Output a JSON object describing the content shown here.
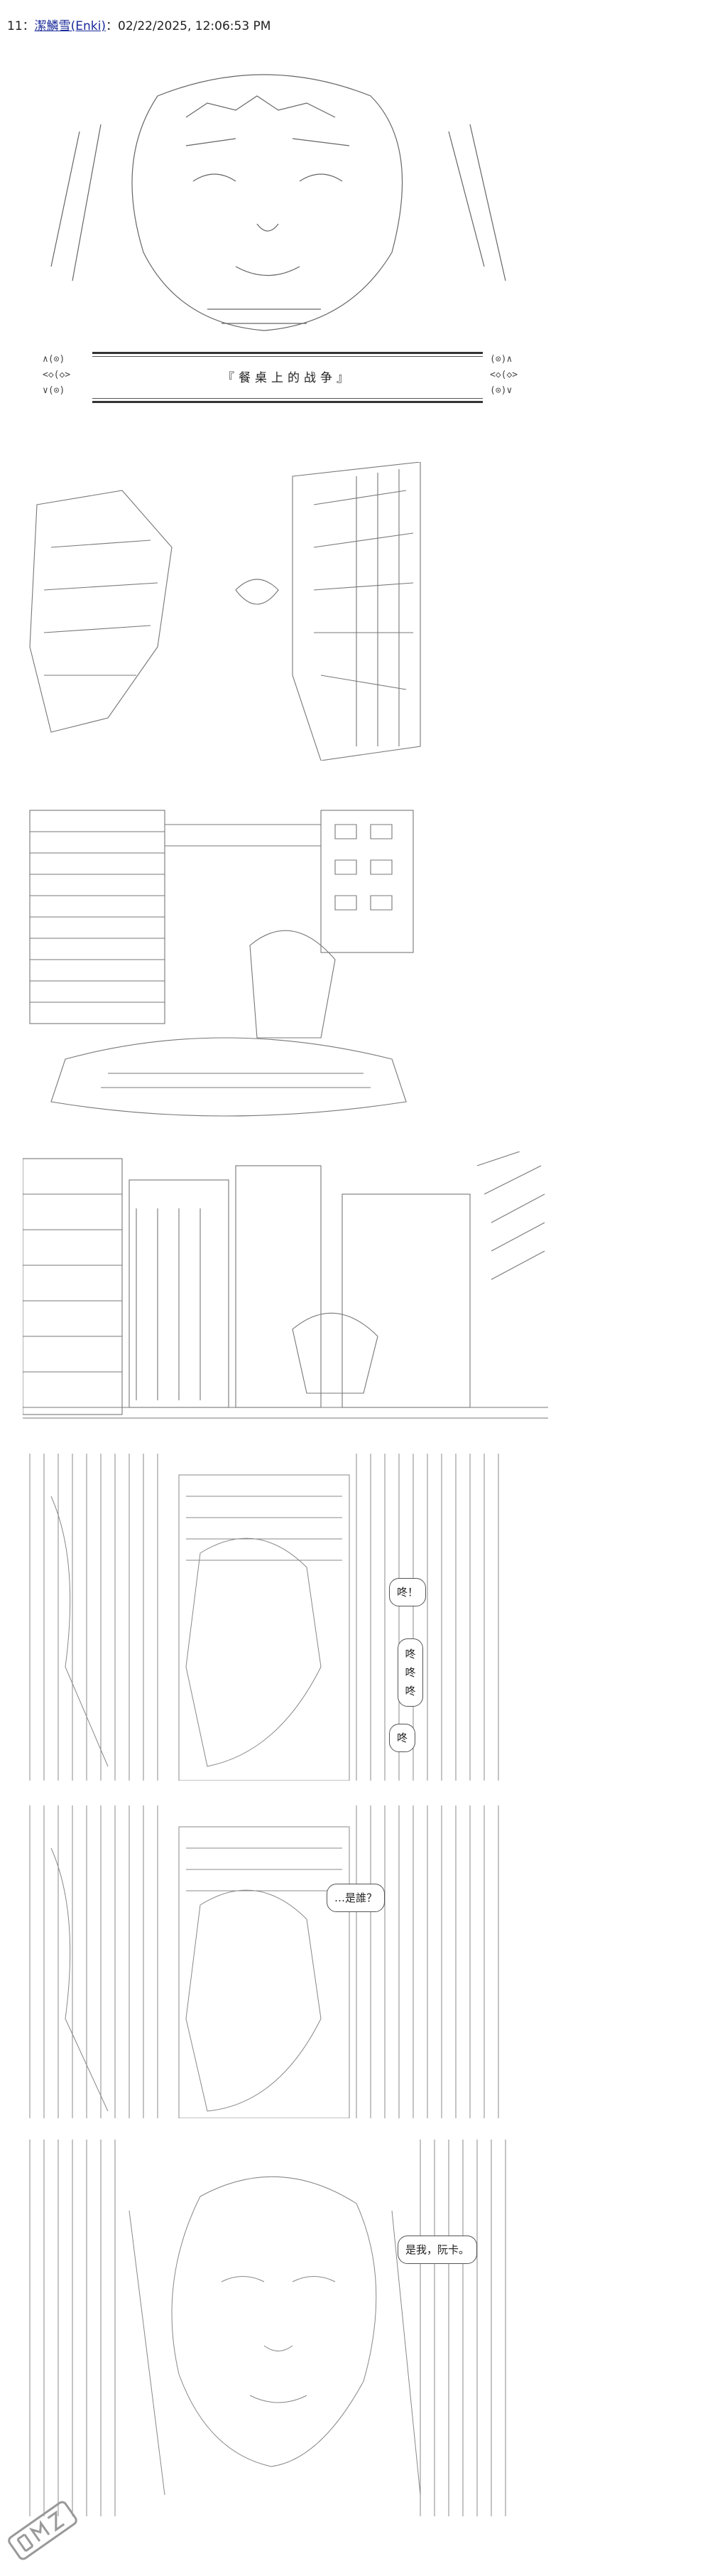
{
  "post": {
    "number": "11",
    "author": "潔鱗雪(Enki)",
    "timestamp": "02/22/2025, 12:06:53 PM"
  },
  "title_card": {
    "title": "『餐桌上的战争』",
    "left_ornament": "∧(⊙)\n<◇(◇>\n∨(⊙)",
    "right_ornament": "(⊙)∧\n<◇(◇>\n(⊙)∨"
  },
  "bubbles": {
    "knock_1": "咚！",
    "knock_2": "咚\n咚\n咚",
    "knock_3": "咚",
    "who": "…是誰？",
    "reply": "是我，阮卡。"
  },
  "colors": {
    "line": "#555555",
    "text": "#222222",
    "link": "#1a2a9a"
  }
}
